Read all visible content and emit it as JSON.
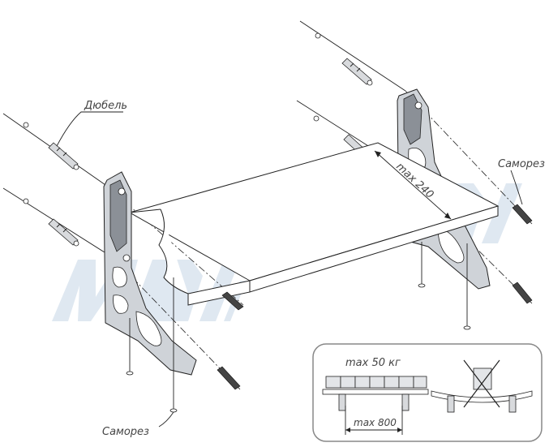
{
  "labels": {
    "dowel": "Дюбель",
    "screw_top_right": "Саморез",
    "screw_bottom_left": "Саморез",
    "max_depth": "max 240",
    "max_load": "max 50 кг",
    "max_span": "max 800"
  },
  "watermark": "MDM",
  "colors": {
    "watermark": "#dfe8f1",
    "bracket_fill": "#cfd3d8",
    "line": "#222222",
    "label_text": "#444444"
  }
}
